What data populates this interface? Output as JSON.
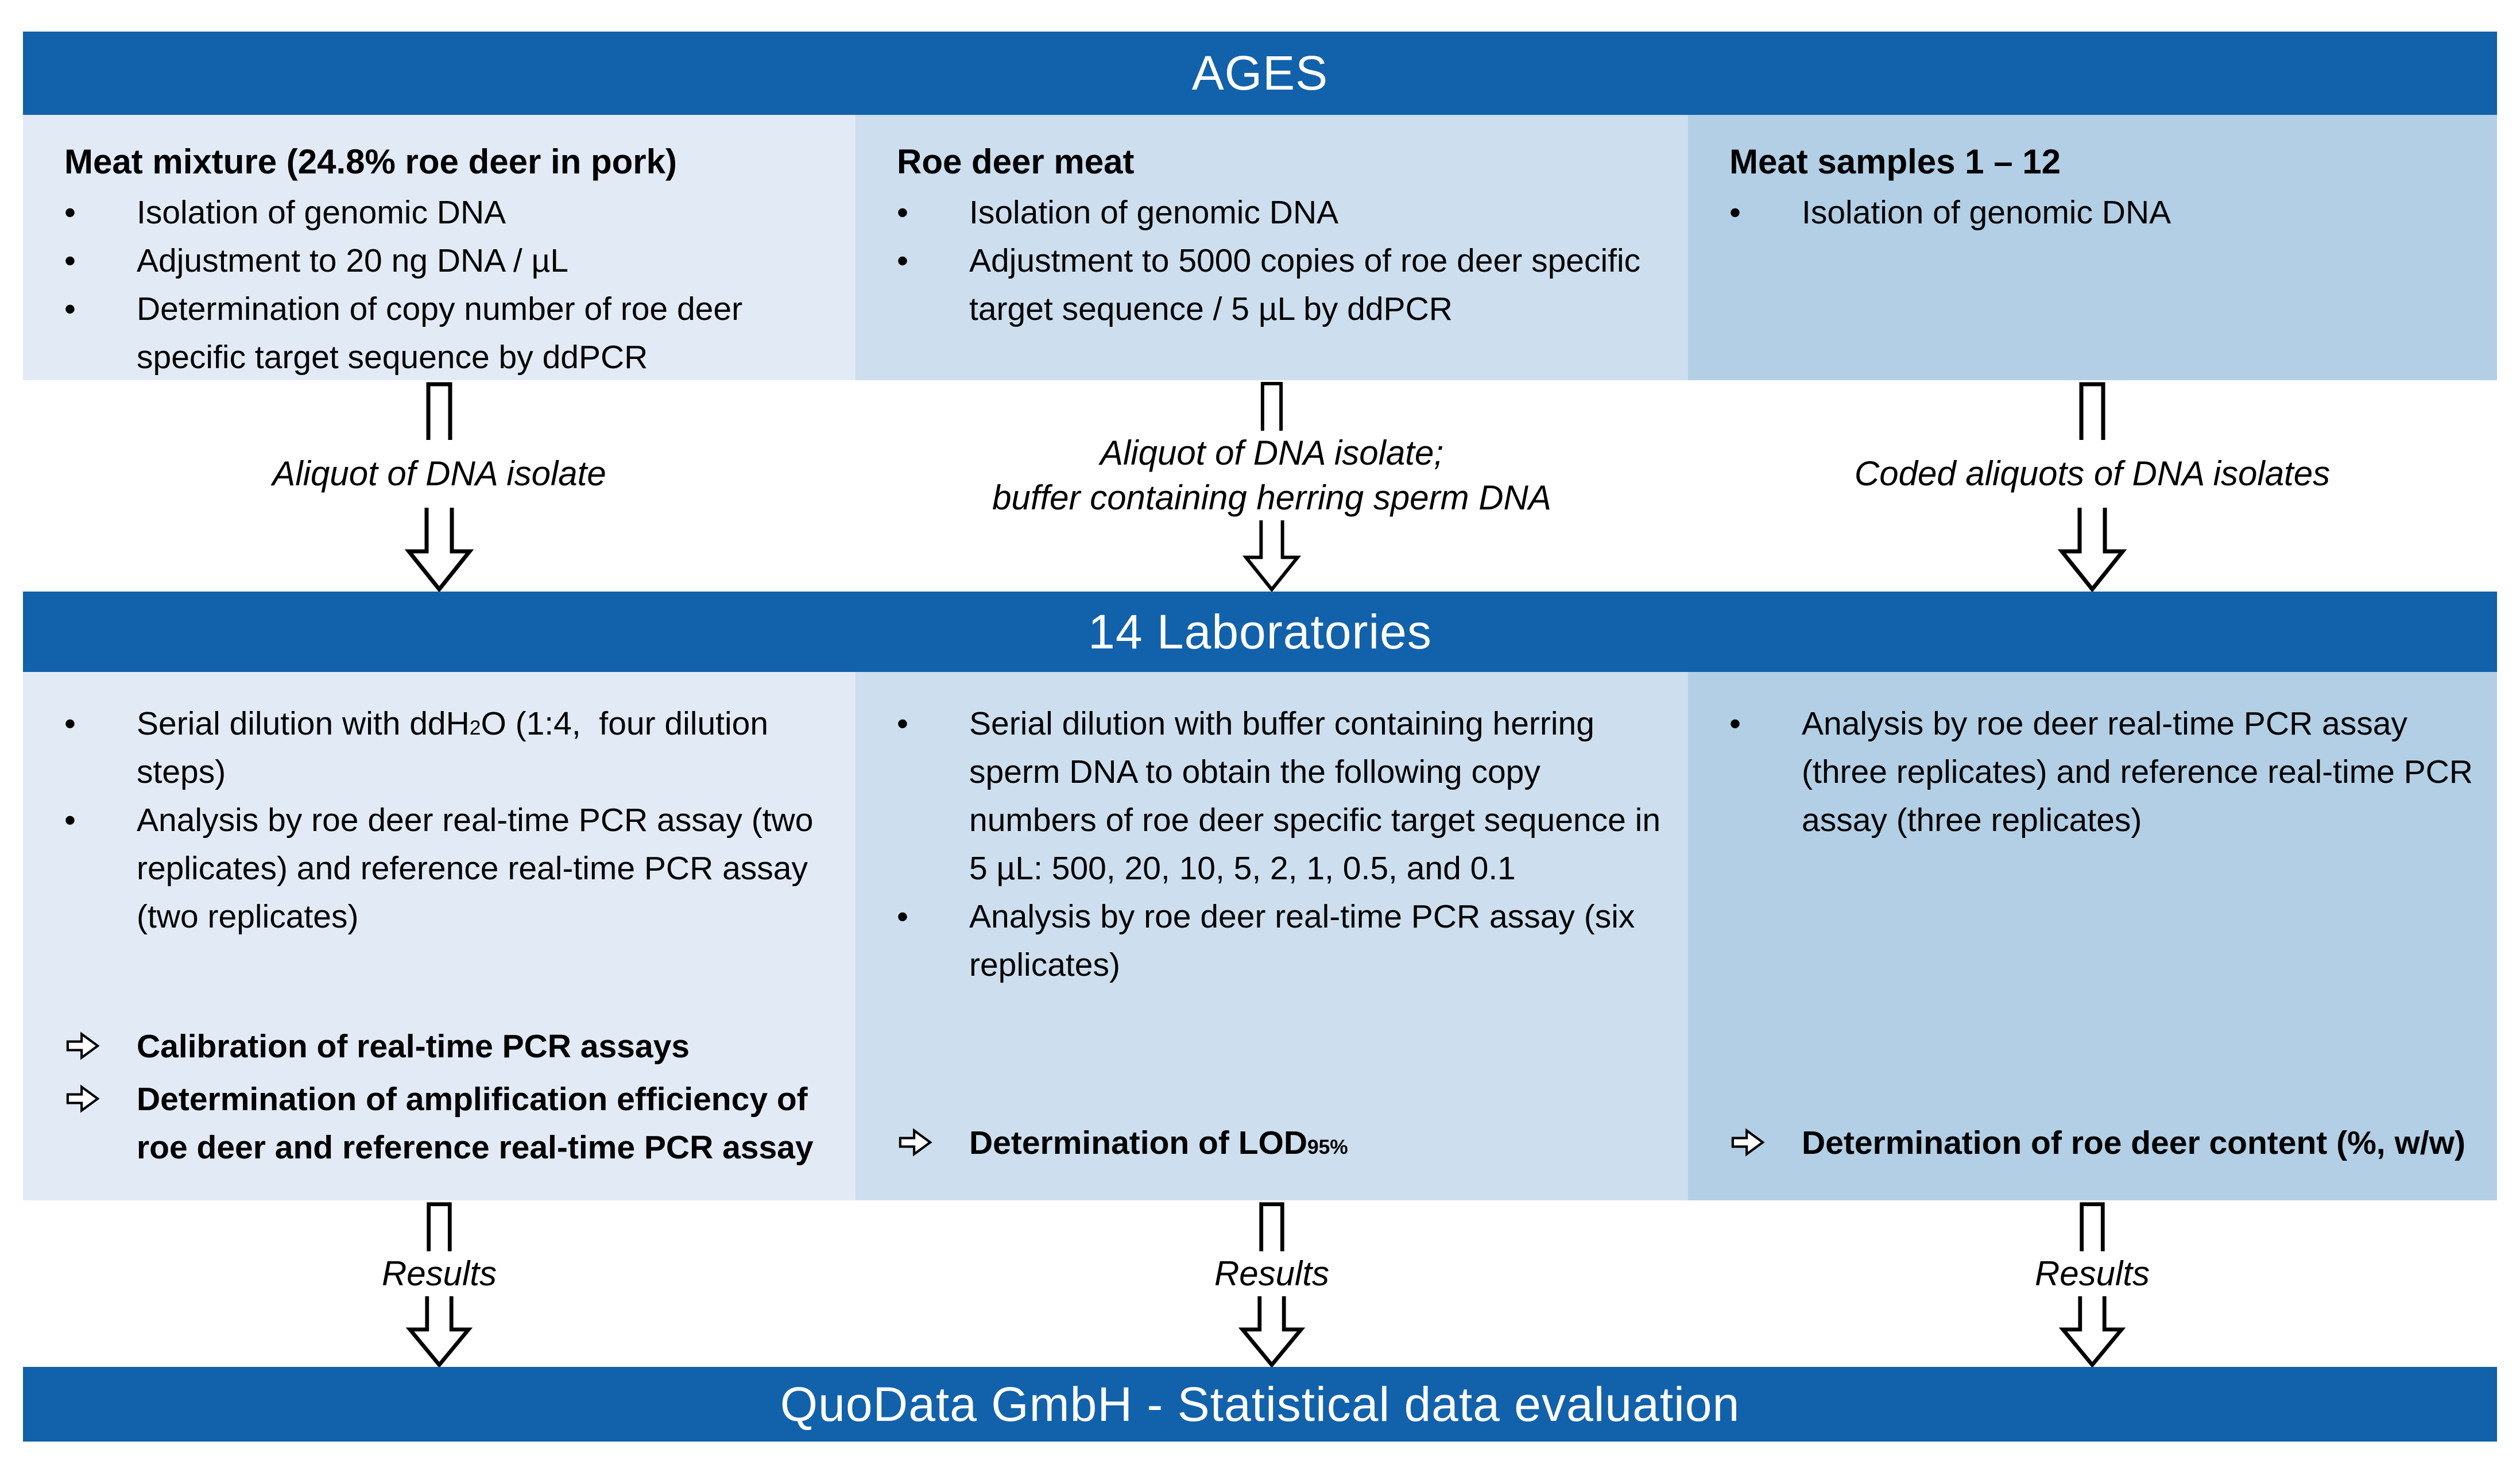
{
  "colors": {
    "banner_blue": "#1261ab",
    "col_light": "#e2ebf5",
    "col_medium": "#cddfee",
    "col_dark": "#b3cfe5",
    "text": "#000000",
    "banner_text": "#ffffff"
  },
  "markers": {
    "bullet": "•"
  },
  "banners": {
    "top": "AGES",
    "middle": "14 Laboratories",
    "bottom": "QuoData GmbH - Statistical data evaluation"
  },
  "top_columns": [
    {
      "title": "Meat mixture (24.8% roe deer in pork)",
      "bullets": [
        "Isolation of genomic DNA",
        "Adjustment to 20 ng DNA / µL",
        "Determination of copy number of roe deer specific target sequence by ddPCR"
      ]
    },
    {
      "title": "Roe deer meat",
      "bullets": [
        "Isolation of genomic DNA",
        "Adjustment to 5000 copies of roe deer specific target sequence / 5 µL by ddPCR"
      ]
    },
    {
      "title": "Meat samples 1 – 12",
      "bullets": [
        "Isolation of genomic DNA"
      ]
    }
  ],
  "transfers": [
    {
      "label": [
        {
          "t": "Aliquot of DNA isolate"
        }
      ]
    },
    {
      "label": [
        {
          "t": "Aliquot of DNA isolate;"
        },
        {
          "br": true
        },
        {
          "t": "buffer containing herring sperm DNA"
        }
      ]
    },
    {
      "label": [
        {
          "t": "Coded aliquots of DNA isolates"
        }
      ]
    }
  ],
  "lab_columns": [
    {
      "bullets": [
        [
          {
            "t": "Serial dilution with ddH"
          },
          {
            "t": "2",
            "sub": true
          },
          {
            "t": "O (1:4,  four dilution steps)"
          }
        ],
        [
          {
            "t": "Analysis by roe deer real-time PCR assay (two replicates) and reference real-time PCR assay (two replicates)"
          }
        ]
      ],
      "outcomes": [
        [
          {
            "t": "Calibration of real-time PCR assays"
          }
        ],
        [
          {
            "t": "Determination of amplification efficiency of roe deer and reference real-time PCR assay"
          }
        ]
      ]
    },
    {
      "bullets": [
        [
          {
            "t": "Serial dilution with buffer containing herring sperm DNA to obtain the following copy numbers of roe deer specific target sequence in 5 µL: 500, 20, 10, 5, 2, 1, 0.5, and 0.1"
          }
        ],
        [
          {
            "t": "Analysis by roe deer real-time PCR assay (six replicates)"
          }
        ]
      ],
      "outcomes": [
        [
          {
            "t": "Determination of LOD"
          },
          {
            "t": "95%",
            "sub": true
          }
        ]
      ]
    },
    {
      "bullets": [
        [
          {
            "t": "Analysis by roe deer real-time PCR assay (three replicates) and reference real-time PCR assay (three replicates)"
          }
        ]
      ],
      "outcomes": [
        [
          {
            "t": "Determination of roe deer content (%, w/w)"
          }
        ]
      ]
    }
  ],
  "results": [
    {
      "label": [
        {
          "t": "Results"
        }
      ]
    },
    {
      "label": [
        {
          "t": "Results"
        }
      ]
    },
    {
      "label": [
        {
          "t": "Results"
        }
      ]
    }
  ]
}
